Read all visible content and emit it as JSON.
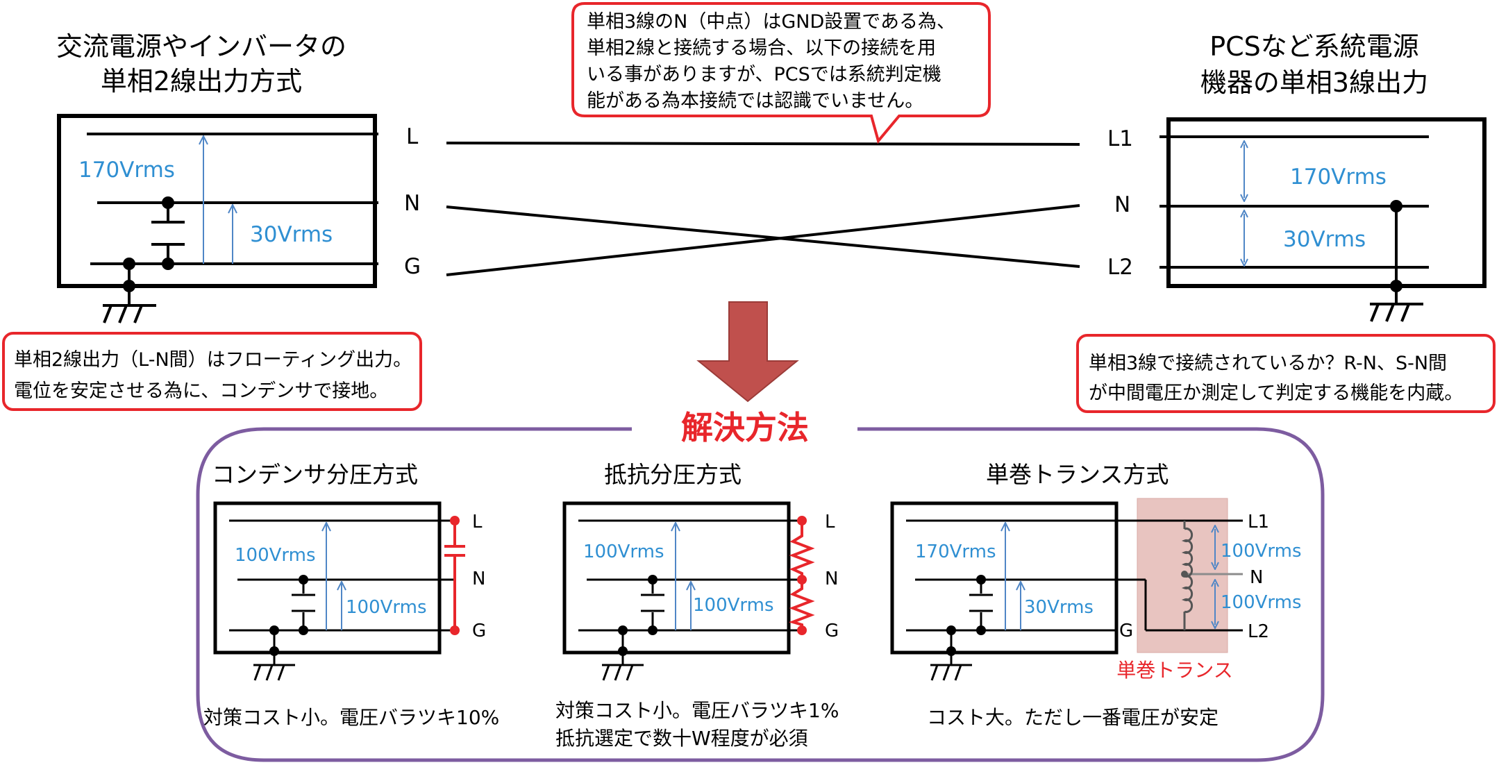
{
  "left": {
    "title1": "交流電源やインバータの",
    "title2": "単相2線出力方式",
    "v_main": "170Vrms",
    "v_small": "30Vrms",
    "term_l": "L",
    "term_n": "N",
    "term_g": "G",
    "note1": "単相2線出力（L-N間）はフローティング出力。",
    "note2": "電位を安定させる為に、コンデンサで接地。"
  },
  "top_note": {
    "line1": "単相3線のN（中点）はGND設置である為、",
    "line2": "単相2線と接続する場合、以下の接続を用",
    "line3": "いる事がありますが、PCSでは系統判定機",
    "line4": "能がある為本接続では認識でいません。"
  },
  "right": {
    "title1": "PCSなど系統電源",
    "title2": "機器の単相3線出力",
    "v_top": "170Vrms",
    "v_bottom": "30Vrms",
    "term_l1": "L1",
    "term_n": "N",
    "term_l2": "L2",
    "note1": "単相3線で接続されているか？R-N、S-N間",
    "note2": "が中間電圧か測定して判定する機能を内蔵。"
  },
  "solution": {
    "title": "解決方法",
    "p1": {
      "title": "コンデンサ分圧方式",
      "v1": "100Vrms",
      "v2": "100Vrms",
      "l": "L",
      "n": "N",
      "g": "G",
      "caption": "対策コスト小。電圧バラツキ10%"
    },
    "p2": {
      "title": "抵抗分圧方式",
      "v1": "100Vrms",
      "v2": "100Vrms",
      "l": "L",
      "n": "N",
      "g": "G",
      "caption1": "対策コスト小。電圧バラツキ1%",
      "caption2": "抵抗選定で数十W程度が必須"
    },
    "p3": {
      "title": "単巻トランス方式",
      "v1": "170Vrms",
      "v2": "30Vrms",
      "v3": "100Vrms",
      "v4": "100Vrms",
      "g": "G",
      "l1": "L1",
      "n": "N",
      "l2": "L2",
      "transformer": "単巻トランス",
      "caption": "コスト大。ただし一番電圧が安定"
    }
  },
  "colors": {
    "voltage_blue": "#2f8fd2",
    "callout_red": "#e8262b",
    "solution_purple": "#7d5ca0",
    "arrow_red": "#c0504d",
    "transformer_fill": "#e8c4c0"
  }
}
